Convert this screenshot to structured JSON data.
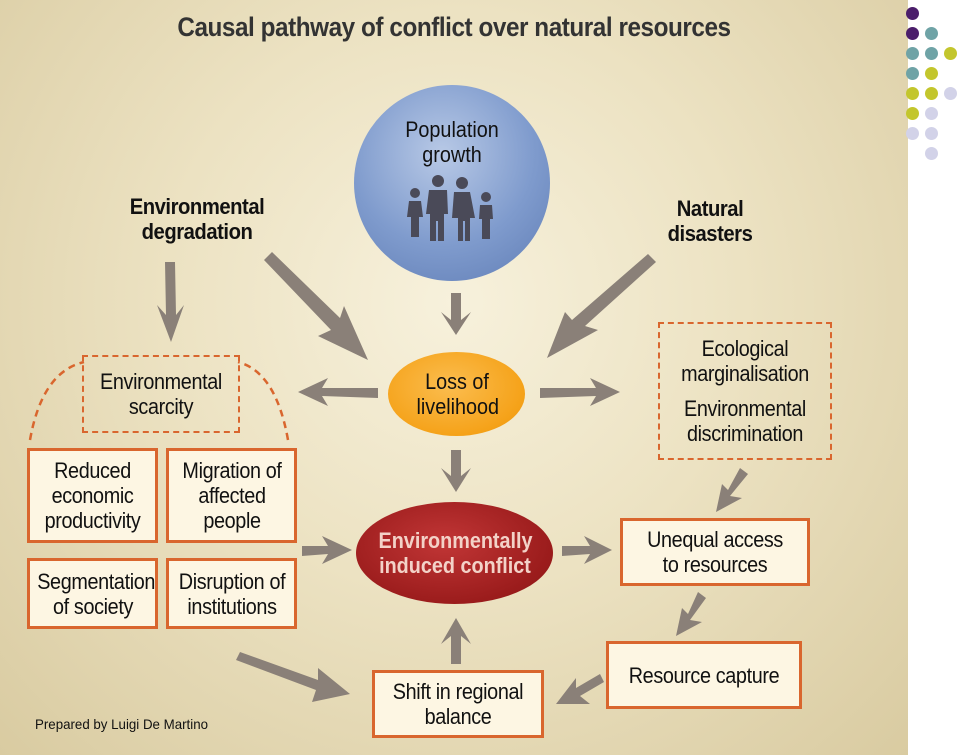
{
  "title": "Causal pathway of conflict over natural resources",
  "nodes": {
    "population_growth": "Population growth",
    "environmental_degradation": "Environmental degradation",
    "natural_disasters": "Natural disasters",
    "loss_of_livelihood": "Loss of livelihood",
    "environmental_scarcity": "Environmental scarcity",
    "ecological_marginalisation": "Ecological marginalisation",
    "environmental_discrimination": "Environmental discrimination",
    "reduced_economic_productivity": "Reduced economic productivity",
    "migration_of_affected_people": "Migration of affected people",
    "segmentation_of_society": "Segmentation of society",
    "disruption_of_institutions": "Disruption of institutions",
    "environmentally_induced_conflict": "Environmentally induced conflict",
    "unequal_access_to_resources": "Unequal access to resources",
    "resource_capture": "Resource capture",
    "shift_in_regional_balance": "Shift in regional balance"
  },
  "credit": "Prepared by Luigi De Martino",
  "colors": {
    "background": "#ece2c2",
    "box_border": "#d9662e",
    "population_circle": "#7f9bcd",
    "livelihood_ellipse": "#f5a219",
    "conflict_ellipse": "#9b1c1c",
    "arrow": "#8a8078",
    "dot_purple": "#4b1e6b",
    "dot_teal": "#6fa3a6",
    "dot_olive": "#c3c62d",
    "dot_lavender": "#d2d2e8"
  },
  "icons": {
    "family": "family-icon"
  }
}
